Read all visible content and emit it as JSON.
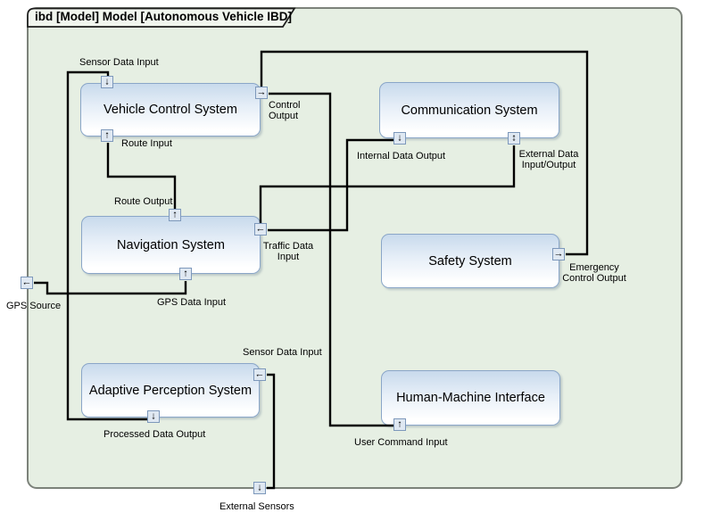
{
  "frame": {
    "title": "ibd [Model] Model [Autonomous Vehicle IBD]",
    "kind": "ibd"
  },
  "colors": {
    "frame_fill": "#e6efe3",
    "frame_border": "#7c827a",
    "block_border": "#8aa6c8",
    "block_fill_top": "#c8daec",
    "block_fill_bottom": "#ffffff",
    "port_fill": "#dfe8f2",
    "port_border": "#7d98bb",
    "connector": "#000000"
  },
  "blocks": {
    "vehicle_control_system": {
      "label": "Vehicle Control System"
    },
    "communication_system": {
      "label": "Communication System"
    },
    "navigation_system": {
      "label": "Navigation System"
    },
    "safety_system": {
      "label": "Safety System"
    },
    "adaptive_perception_system": {
      "label": "Adaptive Perception System"
    },
    "human_machine_interface": {
      "label": "Human-Machine Interface"
    }
  },
  "ports": {
    "vcs_sensor_in": {
      "label": "Sensor Data Input",
      "icon": "arrow-down-icon",
      "glyph": "↓"
    },
    "vcs_control_out": {
      "label": "Control Output",
      "icon": "arrow-right-icon",
      "glyph": "→"
    },
    "vcs_route_in": {
      "label": "Route Input",
      "icon": "arrow-up-icon",
      "glyph": "↑"
    },
    "nav_route_out": {
      "label": "Route Output",
      "icon": "arrow-up-icon",
      "glyph": "↑"
    },
    "nav_traffic_in": {
      "label": "Traffic Data Input",
      "icon": "arrow-left-icon",
      "glyph": "←"
    },
    "nav_gps_in": {
      "label": "GPS Data Input",
      "icon": "arrow-up-icon",
      "glyph": "↑"
    },
    "comm_internal_out": {
      "label": "Internal Data Output",
      "icon": "arrow-down-icon",
      "glyph": "↓"
    },
    "comm_external_io": {
      "label": "External Data Input/Output",
      "icon": "arrow-up-down-icon",
      "glyph": "↕"
    },
    "safety_emergency_out": {
      "label": "Emergency Control Output",
      "icon": "arrow-right-icon",
      "glyph": "→"
    },
    "aps_sensor_in": {
      "label": "Sensor Data Input",
      "icon": "arrow-left-icon",
      "glyph": "←"
    },
    "aps_processed_out": {
      "label": "Processed Data Output",
      "icon": "arrow-down-icon",
      "glyph": "↓"
    },
    "hmi_user_in": {
      "label": "User Command Input",
      "icon": "arrow-up-icon",
      "glyph": "↑"
    },
    "gps_source": {
      "label": "GPS Source",
      "icon": "arrow-left-icon",
      "glyph": "←"
    },
    "external_sensors": {
      "label": "External Sensors",
      "icon": "arrow-down-icon",
      "glyph": "↓"
    }
  }
}
